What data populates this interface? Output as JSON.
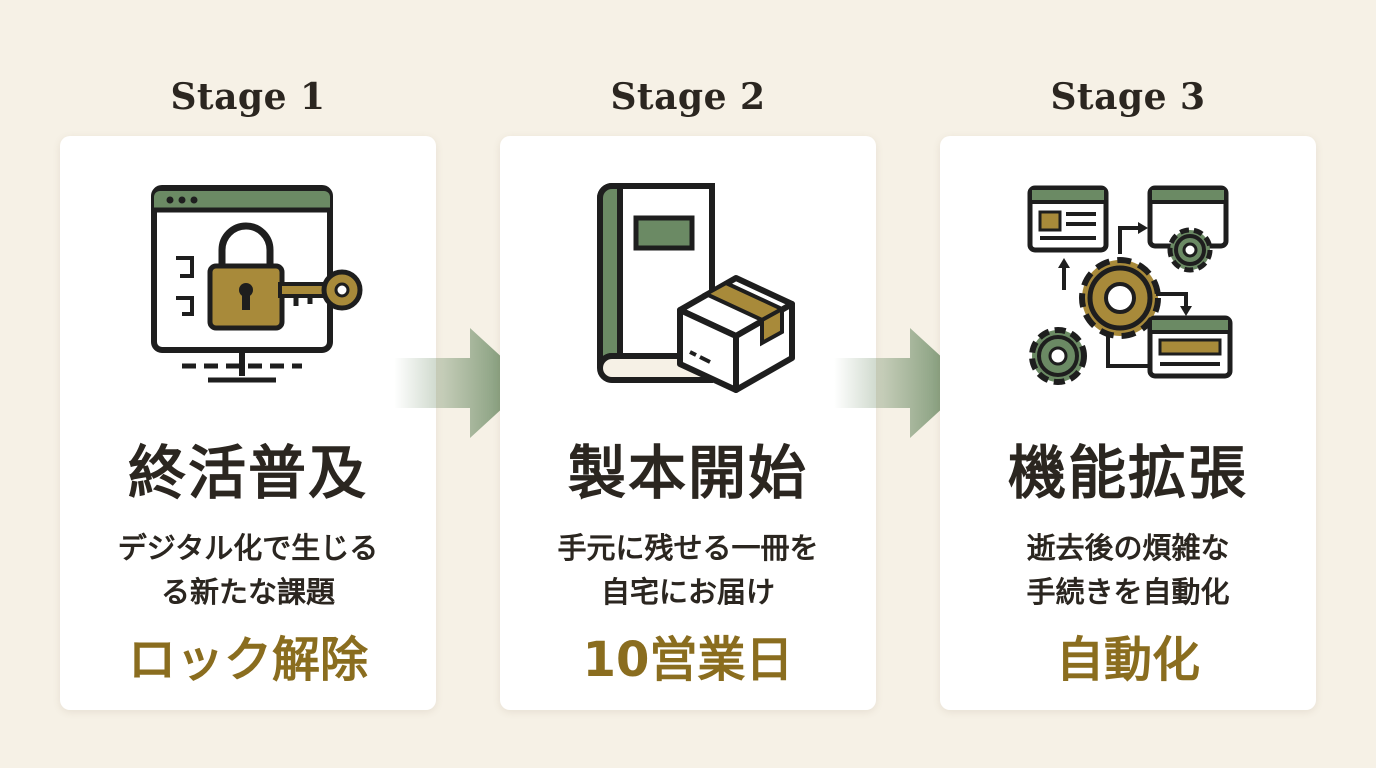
{
  "colors": {
    "background": "#f6f1e6",
    "card": "#ffffff",
    "accent_gold": "#8a6d1f",
    "accent_green": "#6b8a64",
    "text_dark": "#2b2620"
  },
  "stages": [
    {
      "label": "Stage 1",
      "icon": "computer-lock-key-icon",
      "title": "終活普及",
      "desc_line1": "デジタル化で生じる",
      "desc_line2": "る新たな課題",
      "highlight": "ロック解除"
    },
    {
      "label": "Stage 2",
      "icon": "book-and-box-icon",
      "title": "製本開始",
      "desc_line1": "手元に残せる一冊を",
      "desc_line2": "自宅にお届け",
      "highlight": "10営業日"
    },
    {
      "label": "Stage 3",
      "icon": "gears-automation-icon",
      "title": "機能拡張",
      "desc_line1": "逝去後の煩雑な",
      "desc_line2": "手続きを自動化",
      "highlight": "自動化"
    }
  ]
}
